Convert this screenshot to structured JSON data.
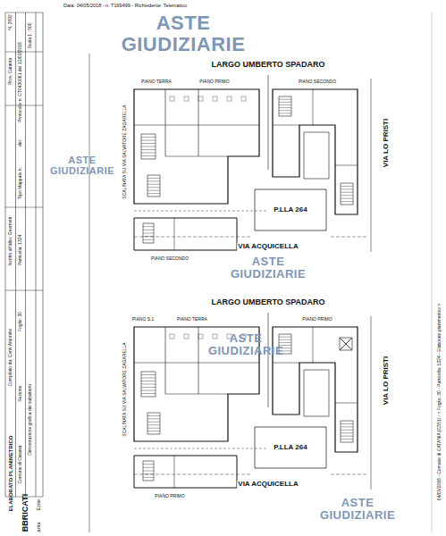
{
  "diagram": {
    "title": "ELABORATO PLANIMETRICO",
    "labels": [
      "Data: 04/05/2018 - n. T169499 - Richiedente: Telematico",
      "ASTE GIUDIZIARIE",
      "LARGO UMBERTO SPADARO",
      "PIANO TERRA",
      "PIANO PRIMO",
      "PIANO SECONDO",
      "VIA LO PRISTI",
      "ASTE GIUDIZIARIE",
      "SCALINATA SU VIA SALVATORE ZAGARELLA",
      "P.LLA 264",
      "VIA ACQUICELLA",
      "ASTE GIUDIZIARIE",
      "PIANO SECONDO",
      "LARGO UMBERTO SPADARO",
      "PIANO S.1",
      "PIANO TERRA",
      "PIANO PRIMO",
      "ASTE GIUDIZIARIE",
      "VIA LO PRISTI",
      "SCALINATA SU VIA SALVATORE ZAGARELLA",
      "P.LLA 264",
      "VIA ACQUICELLA",
      "PIANO PRIMO",
      "ASTE GIUDIZIARIE",
      "Compilato da: Conti Antonino",
      "Iscritto all'albo: Geometri",
      "Prov. Catania",
      "N. 3592",
      "Comune di Catania",
      "Sezione:",
      "Foglio: 30",
      "Particella: 1324",
      "Protocollo n. CT0430061 del 12/03/2018",
      "Tipo Mappale n.",
      "del:",
      "Dimostrazione grafica dei subalterni",
      "Scala 1 : 500",
      "Ente",
      "BBRICATI",
      "ania",
      "04/05/2018 - Comune di CATANIA (C351) - < Foglio: 30 - Particella: 1324 - Elaborato planimetrico >"
    ]
  }
}
